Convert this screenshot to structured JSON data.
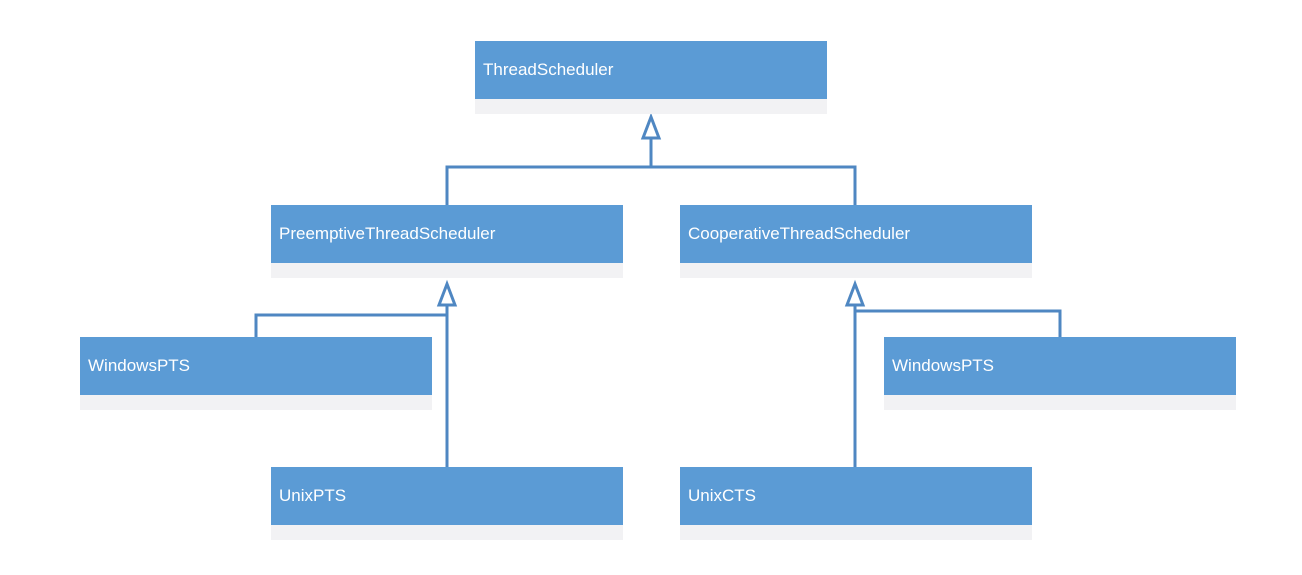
{
  "colors": {
    "node_fill": "#5b9bd5",
    "node_body": "#f2f2f4",
    "connector": "#4f87c2",
    "label": "#ffffff"
  },
  "nodes": [
    {
      "id": "thread-scheduler",
      "label": "ThreadScheduler"
    },
    {
      "id": "preemptive-thread-scheduler",
      "label": "PreemptiveThreadScheduler"
    },
    {
      "id": "cooperative-thread-scheduler",
      "label": "CooperativeThreadScheduler"
    },
    {
      "id": "windows-pts-left",
      "label": "WindowsPTS"
    },
    {
      "id": "unix-pts",
      "label": "UnixPTS"
    },
    {
      "id": "windows-pts-right",
      "label": "WindowsPTS"
    },
    {
      "id": "unix-cts",
      "label": "UnixCTS"
    }
  ],
  "edges": [
    {
      "from": "preemptive-thread-scheduler",
      "to": "thread-scheduler",
      "type": "generalization"
    },
    {
      "from": "cooperative-thread-scheduler",
      "to": "thread-scheduler",
      "type": "generalization"
    },
    {
      "from": "windows-pts-left",
      "to": "preemptive-thread-scheduler",
      "type": "generalization"
    },
    {
      "from": "unix-pts",
      "to": "preemptive-thread-scheduler",
      "type": "generalization"
    },
    {
      "from": "windows-pts-right",
      "to": "cooperative-thread-scheduler",
      "type": "generalization"
    },
    {
      "from": "unix-cts",
      "to": "cooperative-thread-scheduler",
      "type": "generalization"
    }
  ]
}
